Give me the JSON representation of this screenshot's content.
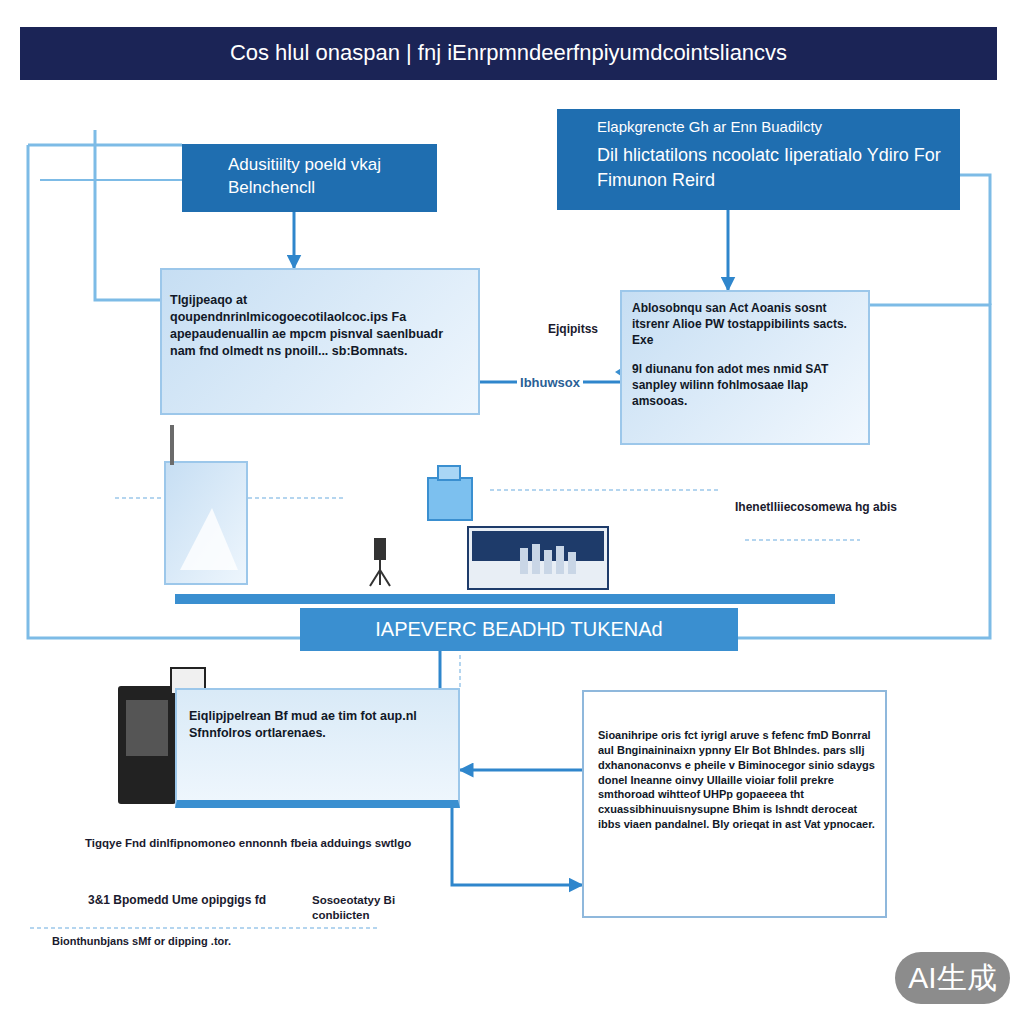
{
  "diagram": {
    "title": "Cos hlul onaspan | fnj iEnrpmndeerfnpiyumdcointsliancvs",
    "nodes": [
      {
        "text": [
          "Adusitiilty poeld vkaj Belnchencll"
        ]
      },
      {
        "text": [
          "Elapkgrencte Gh ar Enn Buadilcty",
          "Dil hlictatilons ncoolatc Iiperatialo Ydiro For Fimunon Reird"
        ]
      },
      {
        "text": [
          "Tlgijpeaqo at qoupendnrinlmicogoecotilaolcoc.ips Fa apepaudenuallin ae mpcm pisnval saenlbuadr nam fnd olmedt ns pnoill... sb:Bomnats."
        ]
      },
      {
        "text": [
          "Ablosobnqu san Act Aoanis sosnt itsrenr Alioe PW tostappibilints sacts. Exe",
          "9l diunanu fon adot mes nmid SAT sanpley wilinn fohlmosaae Ilap amsooas."
        ]
      },
      {
        "text": [
          "IAPEVERC BEADHD TUKENAd"
        ]
      },
      {
        "text": [
          "Eiqlipjpelrean Bf mud ae tim fot aup.nl Sfnnfolros ortlarenaes."
        ]
      },
      {
        "text": [
          "Sioanihripe oris fct iyrigl aruve s fefenc fmD Bonrral aul Bnginaininaixn ypnny Elr Bot Bhlndes. pars sllj dxhanonaconvs e pheile v Biminocegor sinio sdaygs donel Ineanne oinvy Ullaille vioiar folil prekre smthoroad wihtteof UHPp gopaeeea tht cxuassibhinuuisnysupne Bhim is lshndt deroceat ibbs viaen pandalnel. Bly orieqat in ast Vat ypnocaer."
        ]
      }
    ],
    "edges": [
      {
        "from": 0,
        "to": 2,
        "arrow": "to"
      },
      {
        "from": 1,
        "to": 3,
        "arrow": "to"
      },
      {
        "from": 2,
        "to": 3,
        "label": "Ibhuwsox",
        "arrow": "none"
      },
      {
        "from": 4,
        "to": 5,
        "arrow": "none"
      },
      {
        "from": 6,
        "to": 5,
        "arrow": "to"
      },
      {
        "from": 5,
        "to": 6,
        "arrow": "to"
      }
    ],
    "labels": [
      "Ejqipitss",
      "Ihenetlliiecosomewa hg abis",
      "Tigqye Fnd dinlfipnomoneo ennonnh fbeia adduings swtlgo",
      "3&1 Bpomedd Ume opipgigs fd",
      "Sosoeotatyy Bi conbiicten",
      "Bionthunbjans sMf or dipping .tor.",
      "AI生成"
    ]
  }
}
